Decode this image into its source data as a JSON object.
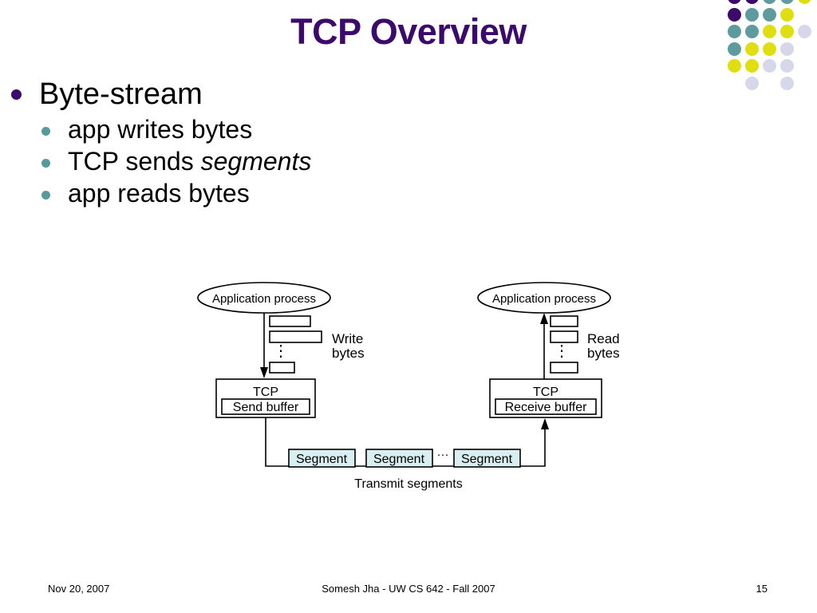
{
  "slide": {
    "title": "TCP Overview",
    "title_color": "#3b0a6b"
  },
  "bullets": {
    "level1": {
      "text": "Byte-stream",
      "bullet_color": "#3b0a6b"
    },
    "level2_bullet_color": "#589a9c",
    "items": [
      {
        "text": "app writes bytes",
        "emphasis": ""
      },
      {
        "text": "TCP sends ",
        "emphasis": "segments"
      },
      {
        "text": "app reads bytes",
        "emphasis": ""
      }
    ]
  },
  "diagram": {
    "left": {
      "process_label": "Application process",
      "stack_label": "TCP",
      "buffer_label": "Send buffer",
      "arrow_label_line1": "Write",
      "arrow_label_line2": "bytes",
      "ellipsis": "⋮"
    },
    "right": {
      "process_label": "Application process",
      "stack_label": "TCP",
      "buffer_label": "Receive buffer",
      "arrow_label_line1": "Read",
      "arrow_label_line2": "bytes",
      "ellipsis": "⋮"
    },
    "segments": {
      "labels": [
        "Segment",
        "Segment",
        "Segment"
      ],
      "separator": "···",
      "caption": "Transmit segments",
      "fill_color": "#d8eef0",
      "stroke_color": "#000000"
    }
  },
  "dot_grid": {
    "colors": {
      "purple": "#3b0a6b",
      "teal": "#5e9b9e",
      "yellow": "#dede10",
      "lavender": "#d7d7ea"
    },
    "rows": [
      [
        "purple",
        "purple",
        "teal",
        "teal",
        "yellow"
      ],
      [
        "purple",
        "teal",
        "teal",
        "yellow",
        null
      ],
      [
        "teal",
        "teal",
        "yellow",
        "yellow",
        "lavender"
      ],
      [
        "teal",
        "yellow",
        "yellow",
        "lavender",
        null
      ],
      [
        "yellow",
        "yellow",
        "lavender",
        "lavender",
        null
      ],
      [
        null,
        "lavender",
        null,
        "lavender",
        null
      ]
    ]
  },
  "footer": {
    "date": "Nov 20, 2007",
    "center": "Somesh Jha - UW CS 642 - Fall 2007",
    "page_number": "15"
  }
}
